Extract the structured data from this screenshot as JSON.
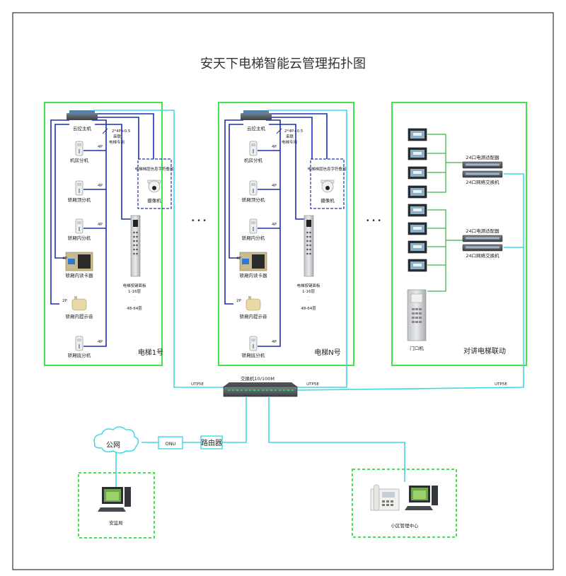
{
  "title": "安天下电梯智能云管理拓扑图",
  "panel1": {
    "name": "电梯1号",
    "host": "云控主机",
    "machine_room": "机房分机",
    "car_top": "轿厢顶分机",
    "car_inside": "轿厢内分机",
    "card_reader": "轿厢内读卡器",
    "speaker": "轿厢内提示音",
    "pit": "轿厢底分机",
    "camera_box": "电梯梯层信息字符叠加",
    "camera": "摄像机",
    "button_panel": "电梯按键面板",
    "floors_top": "1-16层",
    "floors_bottom": "48-64层",
    "cable_note": "2*4P+0.5",
    "cable_note2": "串联",
    "cable_note3": "电梯专用",
    "w4p": "4P",
    "w2p": "2P"
  },
  "panelN": {
    "name": "电梯N号",
    "host": "云控主机",
    "machine_room": "机房分机",
    "car_top": "轿厢顶分机",
    "car_inside": "轿厢内分机",
    "card_reader": "轿厢内读卡器",
    "speaker": "轿厢内提示音",
    "pit": "轿厢底分机",
    "camera_box": "电梯梯层信息字符叠加",
    "camera": "摄像机",
    "button_panel": "电梯按键面板",
    "floors_top": "1-16层",
    "floors_bottom": "48-64层",
    "cable_note": "2*4P+0.5",
    "cable_note2": "串联",
    "cable_note3": "电梯专用",
    "w4p": "4P",
    "w2p": "2P"
  },
  "intercom": {
    "name": "对讲电梯联动",
    "adapter1": "24口电源适配器",
    "switch1": "24口网络交换机",
    "adapter2": "24口电源适配器",
    "switch2": "24口网络交换机",
    "door": "门口机"
  },
  "dots": "• • •",
  "core_switch": "交换机10/100M",
  "utp1": "UTP5E",
  "utp2": "UTP5E",
  "utp3": "UTP5E",
  "cloud": "公网",
  "onu": "ONU",
  "router": "路由器",
  "police": "安监局",
  "mgmt": "小区管理中心"
}
